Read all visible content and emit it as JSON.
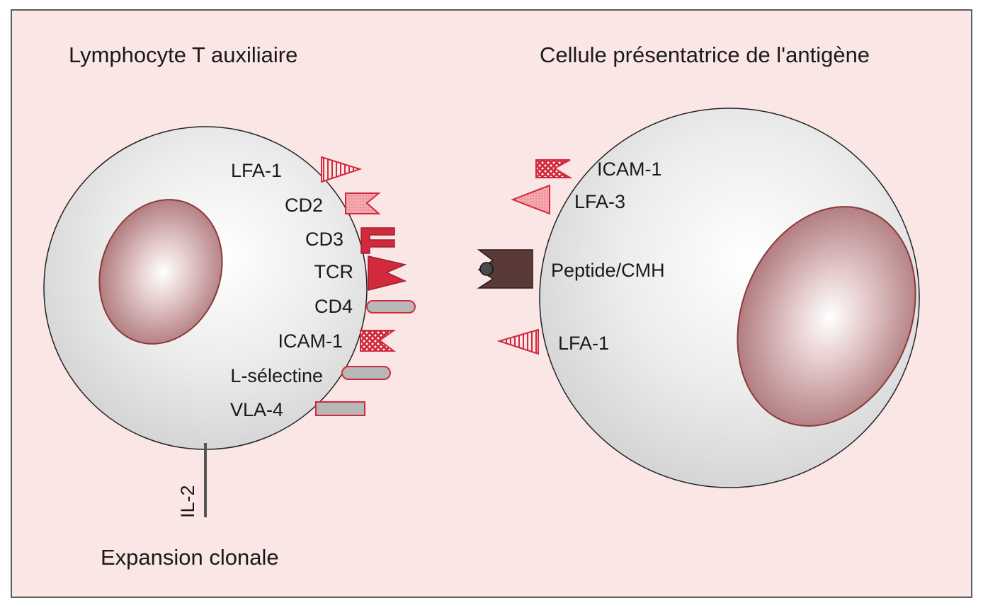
{
  "colors": {
    "background": "#fbe6e6",
    "frame": "#2a2a2a",
    "cell_fill": "#dcdcdc",
    "nucleus_fill": "#b47f82",
    "nucleus_edge": "#8a3a3a",
    "accent_red": "#d12a3c",
    "molecule_grey": "#b8b8b8",
    "mhc_brown": "#5a3a36"
  },
  "t_cell": {
    "title": "Lymphocyte T auxiliaire",
    "molecules": [
      {
        "label": "LFA-1",
        "icon": "striped-triangle-icon"
      },
      {
        "label": "CD2",
        "icon": "notched-pink-block-icon"
      },
      {
        "label": "CD3",
        "icon": "red-comb-icon"
      },
      {
        "label": "TCR",
        "icon": "red-v-receptor-icon"
      },
      {
        "label": "CD4",
        "icon": "grey-capsule-icon"
      },
      {
        "label": "ICAM-1",
        "icon": "dotted-notch-icon"
      },
      {
        "label": "L-sélectine",
        "icon": "grey-capsule-icon"
      },
      {
        "label": "VLA-4",
        "icon": "grey-bar-icon"
      }
    ],
    "cytokine": "IL-2",
    "outcome": "Expansion clonale"
  },
  "apc": {
    "title": "Cellule présentatrice de l'antigène",
    "molecules": [
      {
        "label": "ICAM-1",
        "icon": "dotted-notch-icon"
      },
      {
        "label": "LFA-3",
        "icon": "pink-triangle-icon"
      },
      {
        "label": "Peptide/CMH",
        "icon": "mhc-peptide-icon"
      },
      {
        "label": "LFA-1",
        "icon": "striped-triangle-icon"
      }
    ]
  }
}
